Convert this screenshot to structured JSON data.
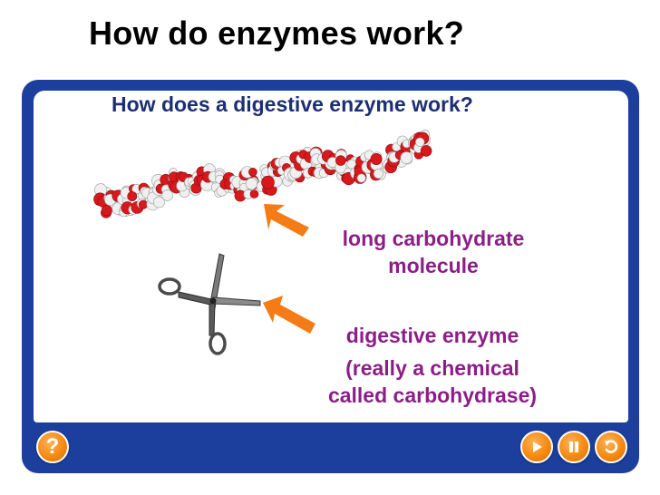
{
  "slide": {
    "title": "How do enzymes work?"
  },
  "panel": {
    "heading": "How does a digestive enzyme work?",
    "molecule_label": [
      "long carbohydrate",
      "molecule"
    ],
    "enzyme_label": [
      "digestive enzyme",
      "(really a chemical",
      "called carbohydrase)"
    ]
  },
  "controls": {
    "help_symbol": "?",
    "help_icon": "question-mark-icon",
    "play_icon": "play-icon",
    "pause_icon": "pause-icon",
    "replay_icon": "replay-icon"
  },
  "colors": {
    "frame": "#1c3f9e",
    "heading": "#1d2f73",
    "label": "#8c1e87",
    "arrow": "#f47b16",
    "button": "#f58a12",
    "oxygen": "#d8181b",
    "hydrogen": "#f0f0f0"
  }
}
